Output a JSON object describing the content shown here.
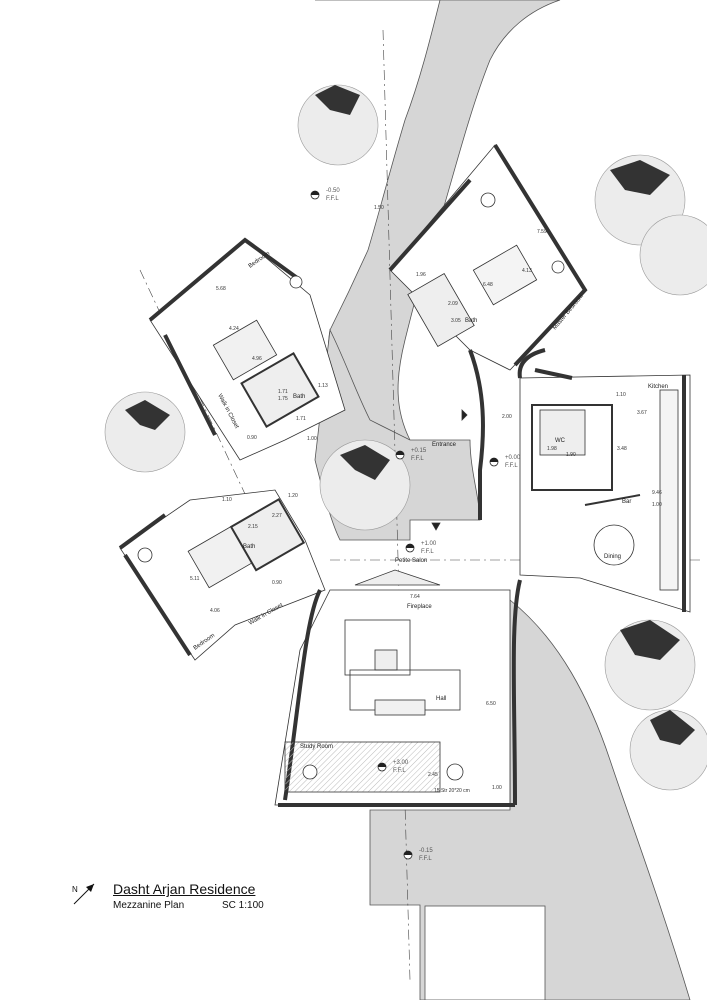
{
  "title": "Dasht Arjan Residence",
  "subtitle": "Mezzanine Plan",
  "scale": "SC 1:100",
  "north_label": "N",
  "rooms": {
    "bedroom_top": "Bedroom",
    "bedroom_bottom": "Bedroom",
    "master_bedroom": "Master Bedroom",
    "walk_in_closet_top": "Walk in Closet",
    "walk_in_closet_bottom": "Walk in Closet",
    "bath_top": "Bath",
    "bath_bottom": "Bath",
    "bath_master": "Bath",
    "entrance": "Entrance",
    "kitchen": "Kitchen",
    "wc": "WC",
    "bar": "Bar",
    "dining": "Dining",
    "petite_salon": "Petite Salon",
    "fireplace": "Fireplace",
    "hall": "Hall",
    "study_room": "Study Room"
  },
  "levels": {
    "ffl_label": "F.F.L",
    "top": "-0.50",
    "entrance": "+0.15",
    "entrance_right": "+0.00",
    "salon": "+1.00",
    "study": "+3.00",
    "bottom": "-0.15"
  },
  "dimensions": {
    "corridor": "1.50",
    "master_1": "7.59",
    "master_2": "4.13",
    "master_3": "1.96",
    "master_4": "6.48",
    "master_5": "2.09",
    "master_6": "3.05",
    "bed_top_1": "5.68",
    "bed_top_2": "4.24",
    "bed_top_3": "4.96",
    "bed_top_4": "1.71",
    "bed_top_5": "1.75",
    "bed_top_6": "1.13",
    "bed_top_7": "1.71",
    "bed_top_8": "0.90",
    "bed_top_9": "1.00",
    "kitchen_1": "1.10",
    "kitchen_2": "3.67",
    "kitchen_3": "2.00",
    "kitchen_4": "1.98",
    "kitchen_5": "1.90",
    "kitchen_6": "3.48",
    "kitchen_7": "9.46",
    "kitchen_8": "1.00",
    "bed_bot_1": "1.10",
    "bed_bot_2": "1.20",
    "bed_bot_3": "2.27",
    "bed_bot_4": "2.15",
    "bed_bot_5": "5.11",
    "bed_bot_6": "0.90",
    "bed_bot_7": "4.06",
    "hall_1": "7.64",
    "hall_2": "6.50",
    "hall_3": "2.45",
    "hall_4": "1.00",
    "stair": "15 Str 20*20 cm"
  }
}
